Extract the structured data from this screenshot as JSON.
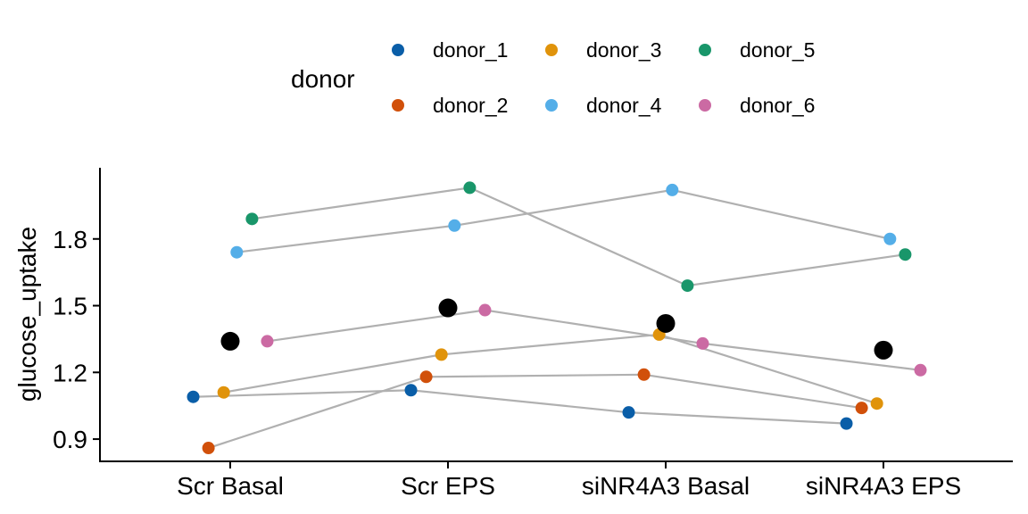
{
  "chart_data": {
    "type": "scatter",
    "xlabel": "",
    "ylabel": "glucose_uptake",
    "categories": [
      "Scr Basal",
      "Scr EPS",
      "siNR4A3 Basal",
      "siNR4A3 EPS"
    ],
    "yticks": [
      0.9,
      1.2,
      1.5,
      1.8
    ],
    "ylim": [
      0.8,
      2.12
    ],
    "grid": false,
    "legend": {
      "title": "donor",
      "position": "top",
      "entries": [
        "donor_1",
        "donor_2",
        "donor_3",
        "donor_4",
        "donor_5",
        "donor_6"
      ]
    },
    "series": [
      {
        "name": "donor_1",
        "color": "#0a5ea8",
        "offset": -0.17,
        "values": [
          1.09,
          1.12,
          1.02,
          0.97
        ]
      },
      {
        "name": "donor_2",
        "color": "#d1500a",
        "offset": -0.1,
        "values": [
          0.86,
          1.18,
          1.19,
          1.04
        ]
      },
      {
        "name": "donor_3",
        "color": "#e0930b",
        "offset": -0.03,
        "values": [
          1.11,
          1.28,
          1.37,
          1.06
        ]
      },
      {
        "name": "donor_4",
        "color": "#54aee8",
        "offset": 0.03,
        "values": [
          1.74,
          1.86,
          2.02,
          1.8
        ]
      },
      {
        "name": "donor_5",
        "color": "#19966a",
        "offset": 0.1,
        "values": [
          1.89,
          2.03,
          1.59,
          1.73
        ]
      },
      {
        "name": "donor_6",
        "color": "#cb6aa3",
        "offset": 0.17,
        "values": [
          1.34,
          1.48,
          1.33,
          1.21
        ]
      }
    ],
    "means": {
      "color": "#000000",
      "values": [
        1.34,
        1.49,
        1.42,
        1.3
      ]
    },
    "line_color": "#b0b0b0"
  }
}
